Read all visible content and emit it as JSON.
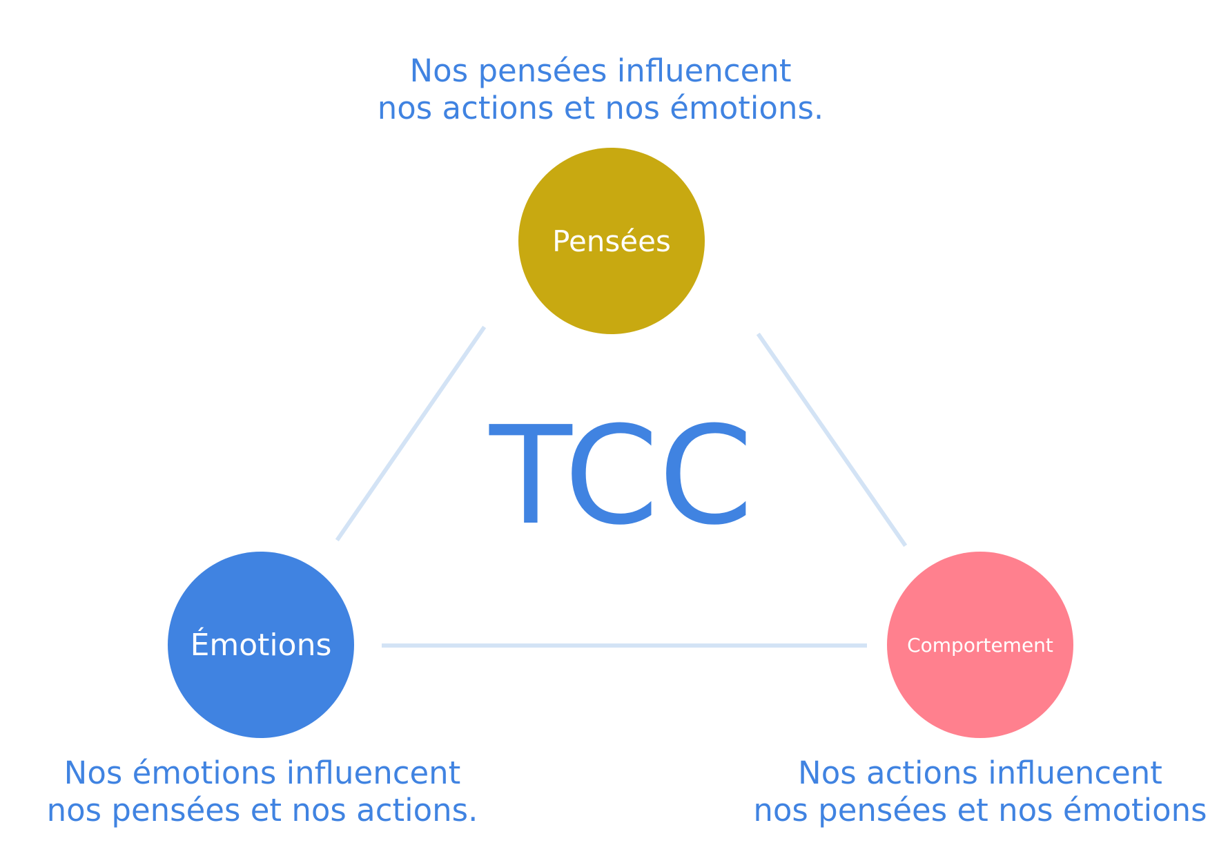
{
  "title": "TCC",
  "colors": {
    "text_blue": "#4083E1",
    "thoughts": "#C8A911",
    "emotions": "#4083E1",
    "behavior": "#FF808E",
    "connector": "#D3E3F5"
  },
  "nodes": {
    "thoughts": {
      "label": "Pensées"
    },
    "emotions": {
      "label": "Émotions"
    },
    "behavior": {
      "label": "Comportement"
    }
  },
  "captions": {
    "thoughts": [
      "Nos pensées influencent",
      "nos actions et nos émotions."
    ],
    "emotions": [
      "Nos émotions influencent",
      "nos pensées et nos actions."
    ],
    "behavior": [
      "Nos actions influencent",
      "nos pensées et nos émotions"
    ]
  }
}
